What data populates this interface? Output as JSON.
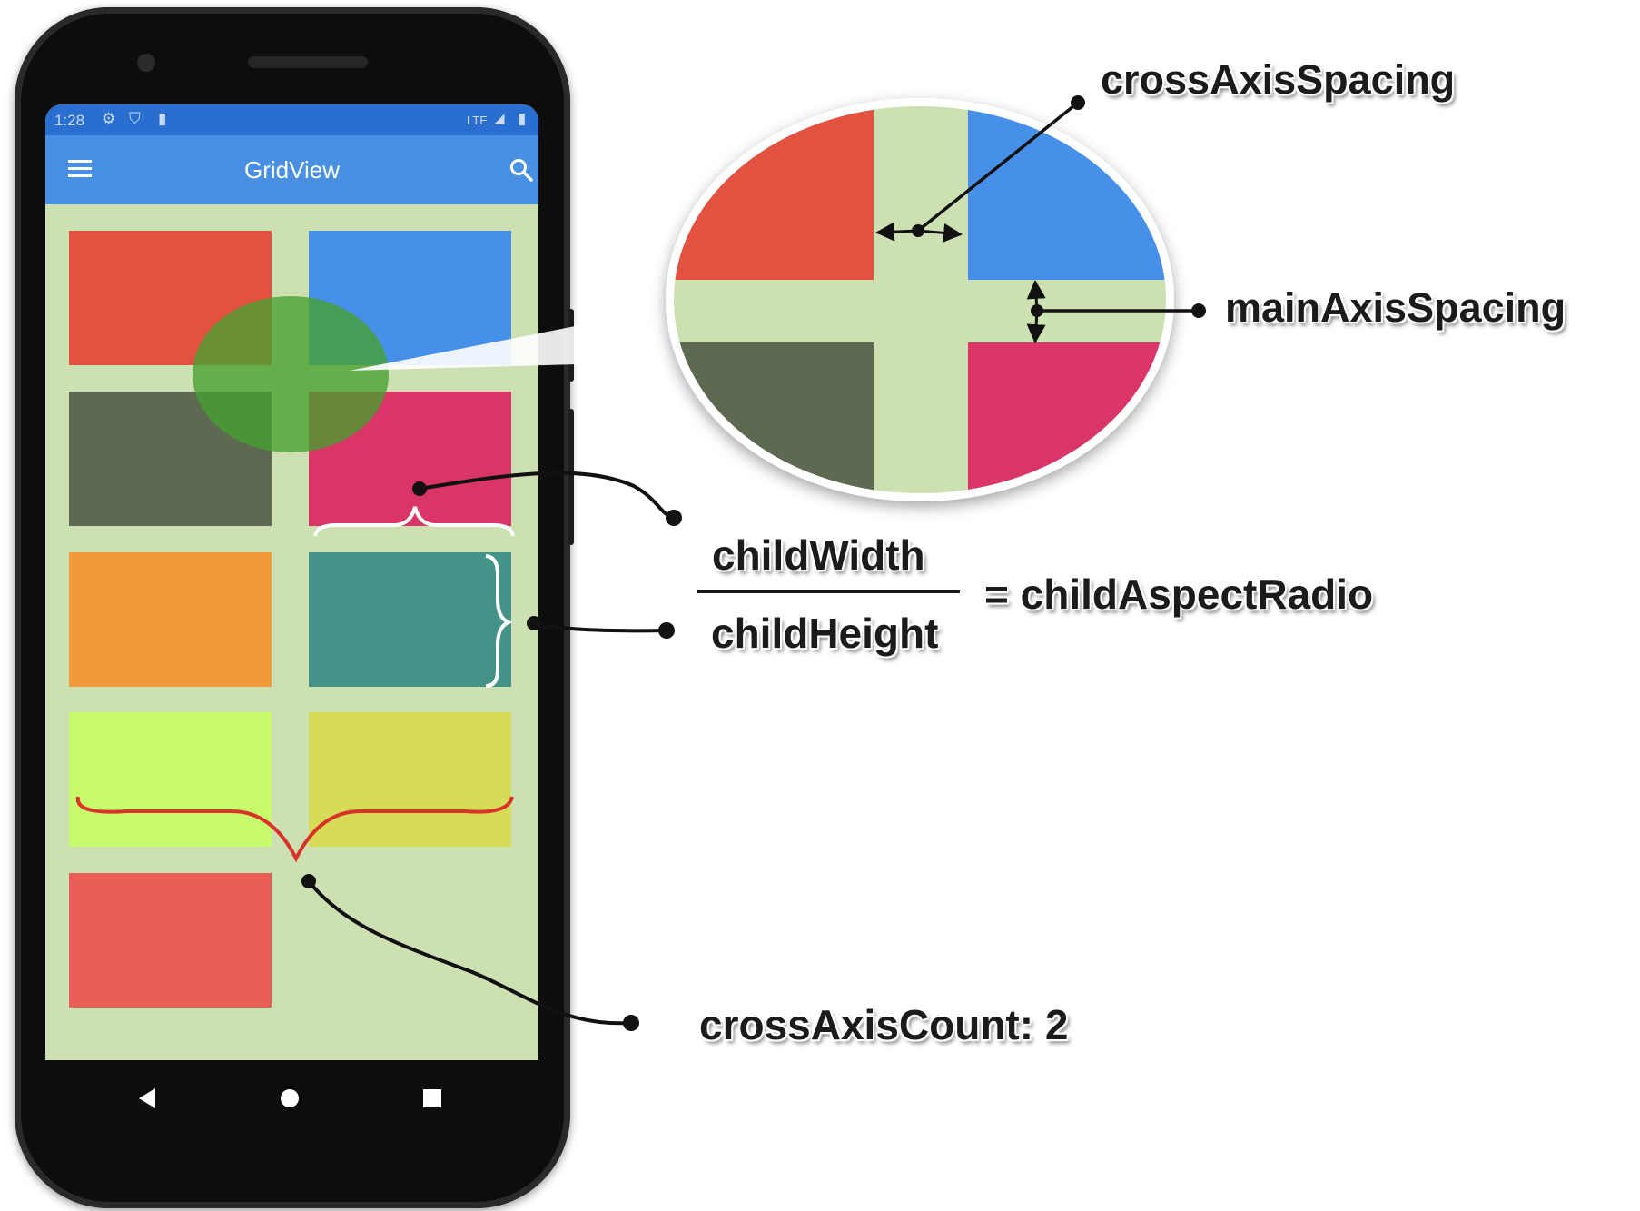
{
  "phone": {
    "status_bar": {
      "time": "1:28",
      "network": "LTE"
    },
    "app_bar": {
      "title": "GridView",
      "menu_icon": "hamburger-menu-icon",
      "search_icon": "search-icon"
    },
    "grid": {
      "tiles": [
        {
          "color": "#e15241"
        },
        {
          "color": "#4790e9"
        },
        {
          "color": "#5e6951"
        },
        {
          "color": "#d93566"
        },
        {
          "color": "#f19a3a"
        },
        {
          "color": "#449388"
        },
        {
          "color": "#c7fb6b"
        },
        {
          "color": "#d6dc58"
        },
        {
          "color": "#e95e56"
        }
      ]
    },
    "nav_bar": [
      "back-icon",
      "home-icon",
      "recents-icon"
    ]
  },
  "labels": {
    "cross_axis_spacing": "crossAxisSpacing",
    "main_axis_spacing": "mainAxisSpacing",
    "child_width": "childWidth",
    "child_height": "childHeight",
    "aspect_ratio": "= childAspectRadio",
    "cross_axis_count": "crossAxisCount: 2"
  },
  "colors": {
    "grid_background": "#cde0b2",
    "app_bar": "#4a90e2",
    "status_bar": "#2a6fd0",
    "phone_body": "#0d0d0d",
    "magnifier_highlight": "#46a030",
    "bracket_red": "#d8322b",
    "callout_line": "#111111"
  }
}
